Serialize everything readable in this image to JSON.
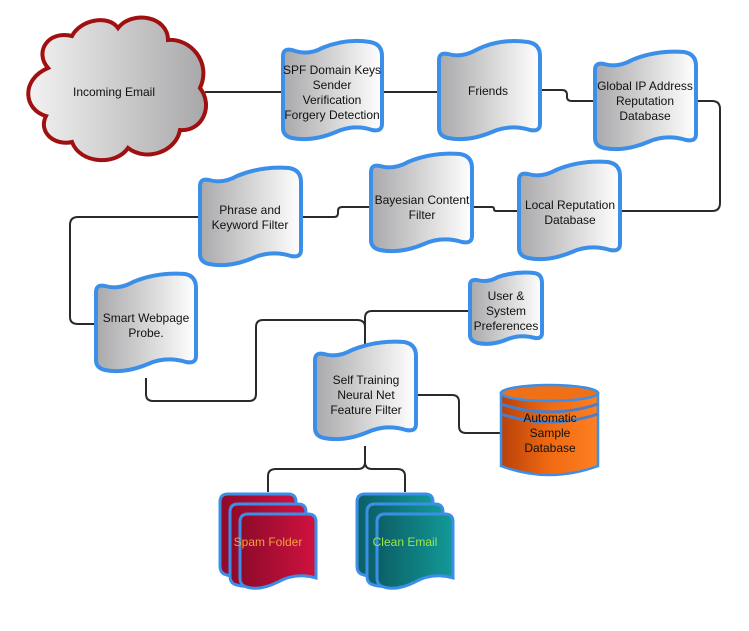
{
  "diagram": {
    "title": "Email filtering flow",
    "colors": {
      "cloud_stroke": "#a01010",
      "node_stroke": "#3b8fe8",
      "node_fill_dark": "#a9a9ab",
      "node_fill_light": "#ffffff",
      "connector": "#2a2a2a",
      "database_fill": "#e35a0c",
      "database_fill_light": "#ff7a1f",
      "spam_fill": "#c0103a",
      "spam_text": "#f2a33a",
      "clean_fill": "#0f8a8c",
      "clean_text": "#9be84a"
    },
    "nodes": {
      "incoming": {
        "lines": [
          "Incoming Email"
        ]
      },
      "spf": {
        "lines": [
          "SPF Domain Keys",
          "Sender",
          "Verification",
          "Forgery Detection"
        ]
      },
      "friends": {
        "lines": [
          "Friends"
        ]
      },
      "global_ip": {
        "lines": [
          "Global IP Address",
          "Reputation",
          "Database"
        ]
      },
      "local_rep": {
        "lines": [
          "Local Reputation",
          "Database"
        ]
      },
      "bayesian": {
        "lines": [
          "Bayesian Content",
          "Filter"
        ]
      },
      "phrase": {
        "lines": [
          "Phrase and",
          "Keyword Filter"
        ]
      },
      "webpage": {
        "lines": [
          "Smart Webpage",
          "Probe."
        ]
      },
      "prefs": {
        "lines": [
          "User &",
          "System",
          "Preferences"
        ]
      },
      "neural": {
        "lines": [
          "Self Training",
          "Neural Net",
          "Feature Filter"
        ]
      },
      "sample_db": {
        "lines": [
          "Automatic",
          "Sample",
          "Database"
        ]
      },
      "spam": {
        "lines": [
          "Spam Folder"
        ]
      },
      "clean": {
        "lines": [
          "Clean Email"
        ]
      }
    }
  }
}
